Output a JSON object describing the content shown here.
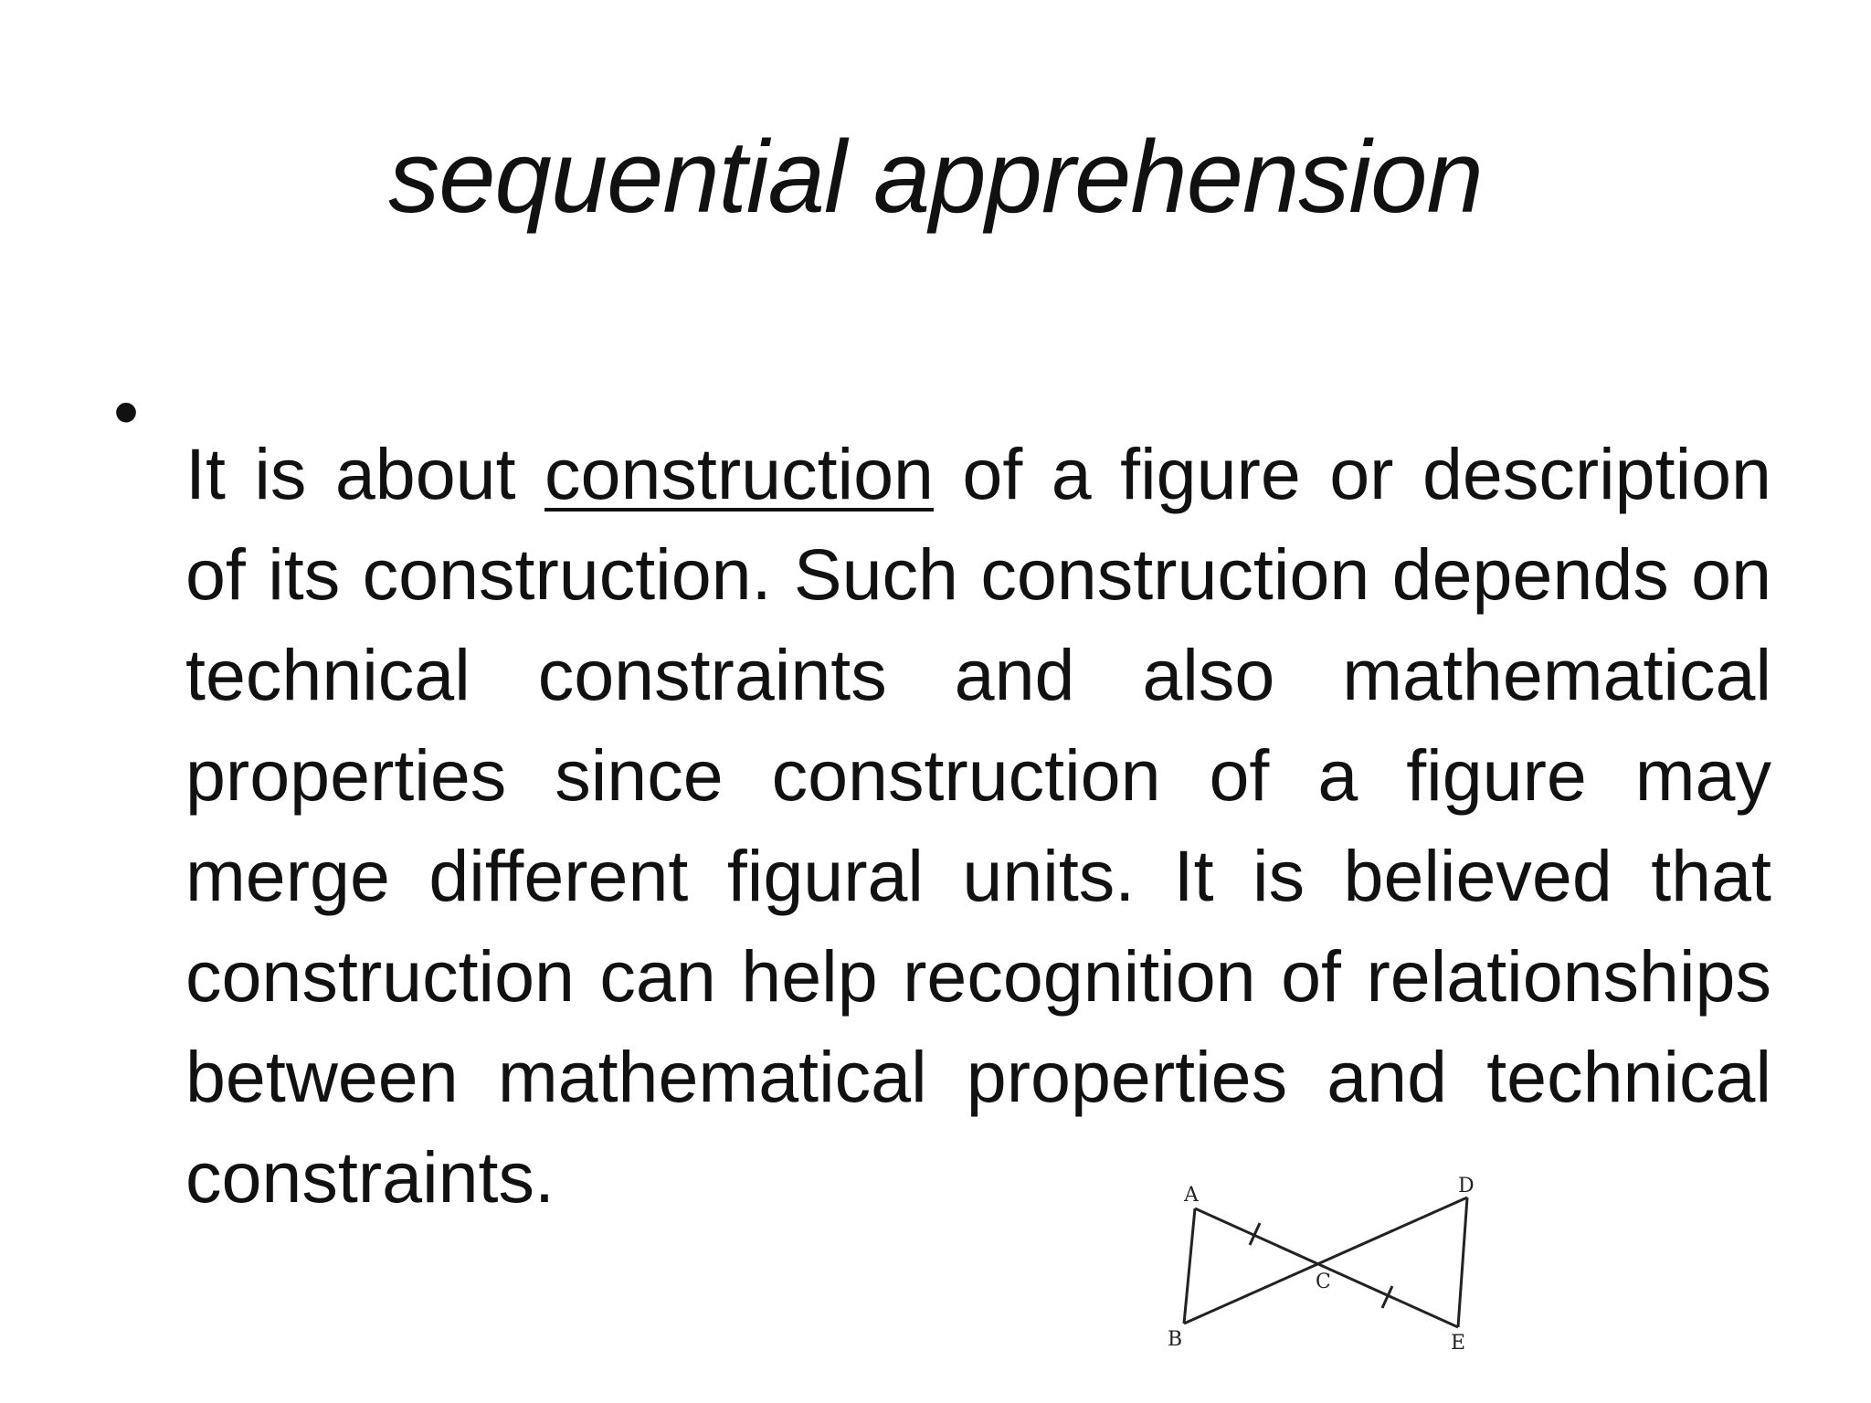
{
  "slide": {
    "title": "sequential apprehension",
    "bullet": {
      "text_before": "It is about ",
      "underlined": "construction",
      "text_after": " of a figure or description of its construction. Such construction depends on technical constraints and also mathematical properties since construction of a figure may merge different figural units. It is believed that construction can help recognition of relationships between mathematical properties and technical constraints."
    },
    "figure": {
      "labels": {
        "a": "A",
        "b": "B",
        "c": "C",
        "d": "D",
        "e": "E"
      }
    }
  }
}
